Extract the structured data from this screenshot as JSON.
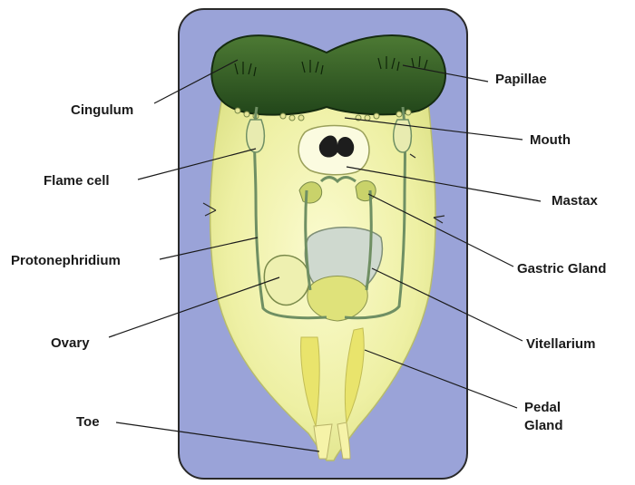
{
  "labels": {
    "cingulum": "Cingulum",
    "flame_cell": "Flame cell",
    "protonephridium": "Protonephridium",
    "ovary": "Ovary",
    "toe": "Toe",
    "papillae": "Papillae",
    "mouth": "Mouth",
    "mastax": "Mastax",
    "gastric_gland": "Gastric Gland",
    "vitellarium": "Vitellarium",
    "pedal_gland_line1": "Pedal",
    "pedal_gland_line2": "Gland"
  },
  "colors": {
    "panel_background": "#9aa3d8",
    "body_fill": "#f3f4b4",
    "corona": "#2f5a22",
    "ducts": "#6f8f63",
    "label_text": "#1a1a1a"
  }
}
